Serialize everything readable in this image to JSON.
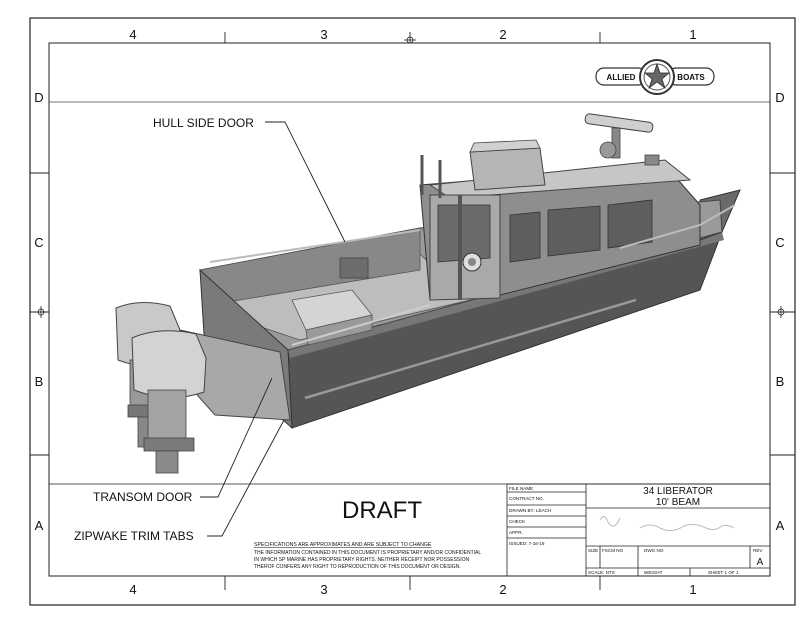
{
  "border": {
    "columns": [
      "4",
      "3",
      "2",
      "1"
    ],
    "rows": [
      "D",
      "C",
      "B",
      "A"
    ]
  },
  "logo": {
    "left": "ALLIED",
    "right": "BOATS"
  },
  "callouts": {
    "hull_side_door": "HULL SIDE DOOR",
    "transom_door": "TRANSOM DOOR",
    "trim_tabs": "ZIPWAKE TRIM TABS"
  },
  "draft": "DRAFT",
  "specs": {
    "heading": "SPECIFICATIONS ARE APPROXIMATES AND ARE SUBJECT TO CHANGE",
    "line1": "THE INFORMATION CONTAINED IN THIS DOCUMENT IS PROPRIETARY AND/OR CONFIDENTIAL",
    "line2": "IN WHICH SP MARINE HAS PROPRIETARY RIGHTS. NEITHER RECEIPT NOR POSSESSION",
    "line3": "THEROF CONFERS ANY RIGHT TO REPRODUCTION OF THIS DOCUMENT OR DESIGN."
  },
  "title_block": {
    "file_name": "FILE NAME",
    "contract_no": "CONTRACT NO.",
    "drawn_by": "DRAWN BY:  LEACH",
    "check": "CHECK",
    "appr": "APPR.",
    "issued": "ISSUED:  7-16-19",
    "title_line1": "34 LIBERATOR",
    "title_line2": "10'  BEAM",
    "size": "SIZE",
    "fscm_no": "FSCM NO",
    "dwg_no": "DWG NO",
    "rev": "REV",
    "rev_value": "A",
    "scale": "SCALE: NTS",
    "weight": "WEIGHT",
    "sheet": "SHEET 1 OF 1"
  }
}
